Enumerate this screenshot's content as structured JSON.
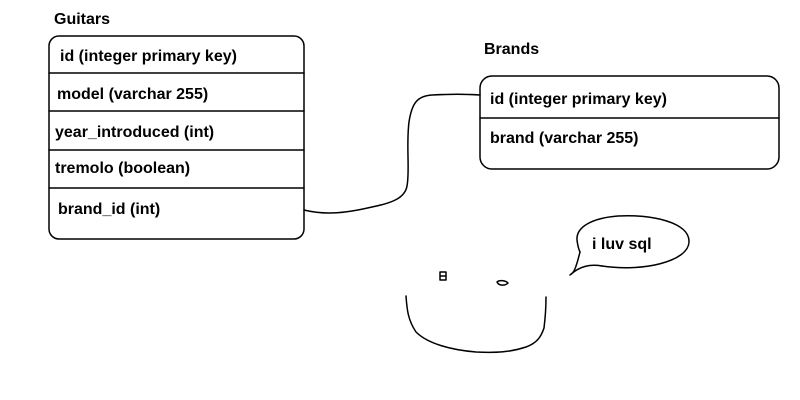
{
  "tables": [
    {
      "title": "Guitars",
      "fields": [
        "id (integer primary key)",
        "model (varchar 255)",
        "year_introduced (int)",
        "tremolo (boolean)",
        "brand_id (int)"
      ]
    },
    {
      "title": "Brands",
      "fields": [
        "id (integer primary key)",
        "brand (varchar 255)"
      ]
    }
  ],
  "speech_bubble": {
    "text": "i luv sql"
  }
}
